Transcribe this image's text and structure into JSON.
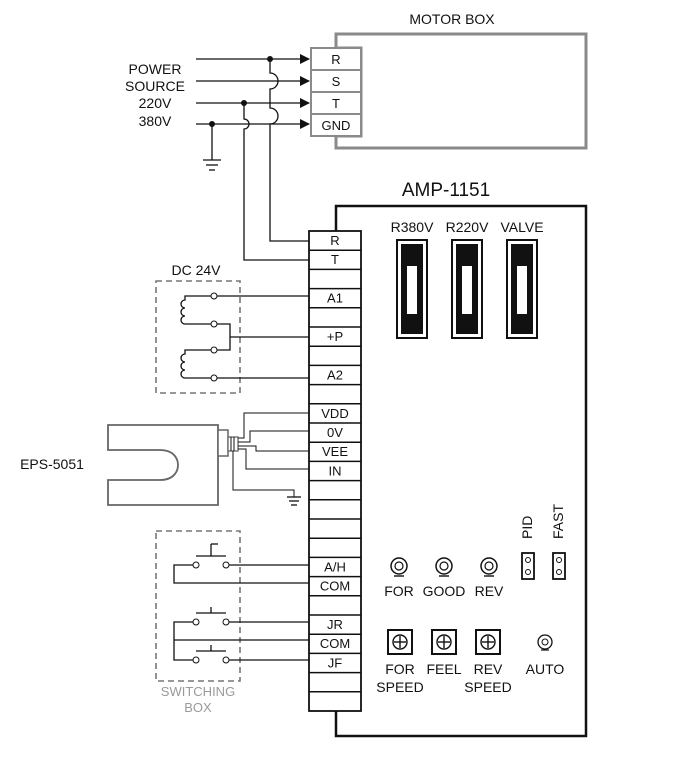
{
  "motor_box": {
    "title": "MOTOR BOX",
    "terminals": [
      "R",
      "S",
      "T",
      "GND"
    ]
  },
  "power_source": {
    "line1": "POWER",
    "line2": "SOURCE",
    "line3": "220V",
    "line4": "380V"
  },
  "amp": {
    "title": "AMP-1151",
    "terminals": [
      "R",
      "T",
      "",
      "A1",
      "",
      "+P",
      "",
      "A2",
      "",
      "VDD",
      "0V",
      "VEE",
      "IN",
      "",
      "",
      "",
      "",
      "A/H",
      "COM",
      "",
      "JR",
      "COM",
      "JF",
      "",
      ""
    ],
    "switches": [
      "R380V",
      "R220V",
      "VALVE"
    ],
    "jumpers": [
      "PID",
      "FAST"
    ],
    "pots": [
      "FOR",
      "GOOD",
      "REV"
    ],
    "trimmers": [
      {
        "line1": "FOR",
        "line2": "SPEED"
      },
      {
        "line1": "FEEL",
        "line2": ""
      },
      {
        "line1": "REV",
        "line2": "SPEED"
      }
    ],
    "auto_label": "AUTO"
  },
  "dc_box": {
    "label": "DC 24V"
  },
  "sensor": {
    "label": "EPS-5051"
  },
  "switch_box": {
    "line1": "SWITCHING",
    "line2": "BOX"
  }
}
